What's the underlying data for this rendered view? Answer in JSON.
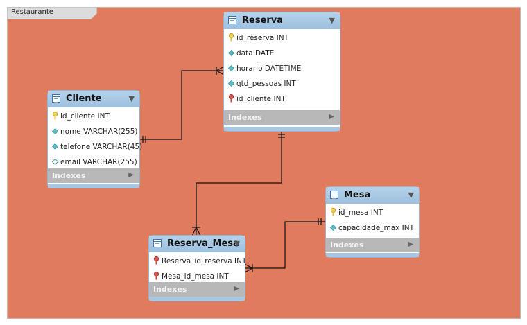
{
  "layer": {
    "name": "Restaurante"
  },
  "colors": {
    "canvas_background": "#e07b5e",
    "table_header": "#9cc0de",
    "indexes_bar": "#b8b8b8",
    "connector_line": "#111111",
    "pk_key_icon": "#f3d34a",
    "fk_key_icon": "#d9534f",
    "attribute_diamond": "#5bbcc5"
  },
  "tables": {
    "reserva": {
      "name": "Reserva",
      "indexes_label": "Indexes",
      "columns": [
        {
          "text": "id_reserva INT",
          "icon": "primary-key-icon"
        },
        {
          "text": "data DATE",
          "icon": "attribute-diamond-icon"
        },
        {
          "text": "horario DATETIME",
          "icon": "attribute-diamond-icon"
        },
        {
          "text": "qtd_pessoas INT",
          "icon": "attribute-diamond-icon"
        },
        {
          "text": "id_cliente INT",
          "icon": "foreign-key-icon"
        }
      ]
    },
    "cliente": {
      "name": "Cliente",
      "indexes_label": "Indexes",
      "columns": [
        {
          "text": "id_cliente INT",
          "icon": "primary-key-icon"
        },
        {
          "text": "nome VARCHAR(255)",
          "icon": "attribute-diamond-icon"
        },
        {
          "text": "telefone VARCHAR(45)",
          "icon": "attribute-diamond-icon"
        },
        {
          "text": "email VARCHAR(255)",
          "icon": "nullable-diamond-icon"
        }
      ]
    },
    "mesa": {
      "name": "Mesa",
      "indexes_label": "Indexes",
      "columns": [
        {
          "text": "id_mesa INT",
          "icon": "primary-key-icon"
        },
        {
          "text": "capacidade_max INT",
          "icon": "attribute-diamond-icon"
        }
      ]
    },
    "reserva_mesa": {
      "name": "Reserva_Mesa",
      "indexes_label": "Indexes",
      "columns": [
        {
          "text": "Reserva_id_reserva INT",
          "icon": "foreign-key-icon"
        },
        {
          "text": "Mesa_id_mesa INT",
          "icon": "foreign-key-icon"
        }
      ]
    }
  },
  "relationships": [
    {
      "from": "cliente",
      "to": "reserva",
      "cardinality": "one-to-many"
    },
    {
      "from": "reserva",
      "to": "reserva_mesa",
      "cardinality": "one-to-many"
    },
    {
      "from": "mesa",
      "to": "reserva_mesa",
      "cardinality": "one-to-many"
    }
  ]
}
